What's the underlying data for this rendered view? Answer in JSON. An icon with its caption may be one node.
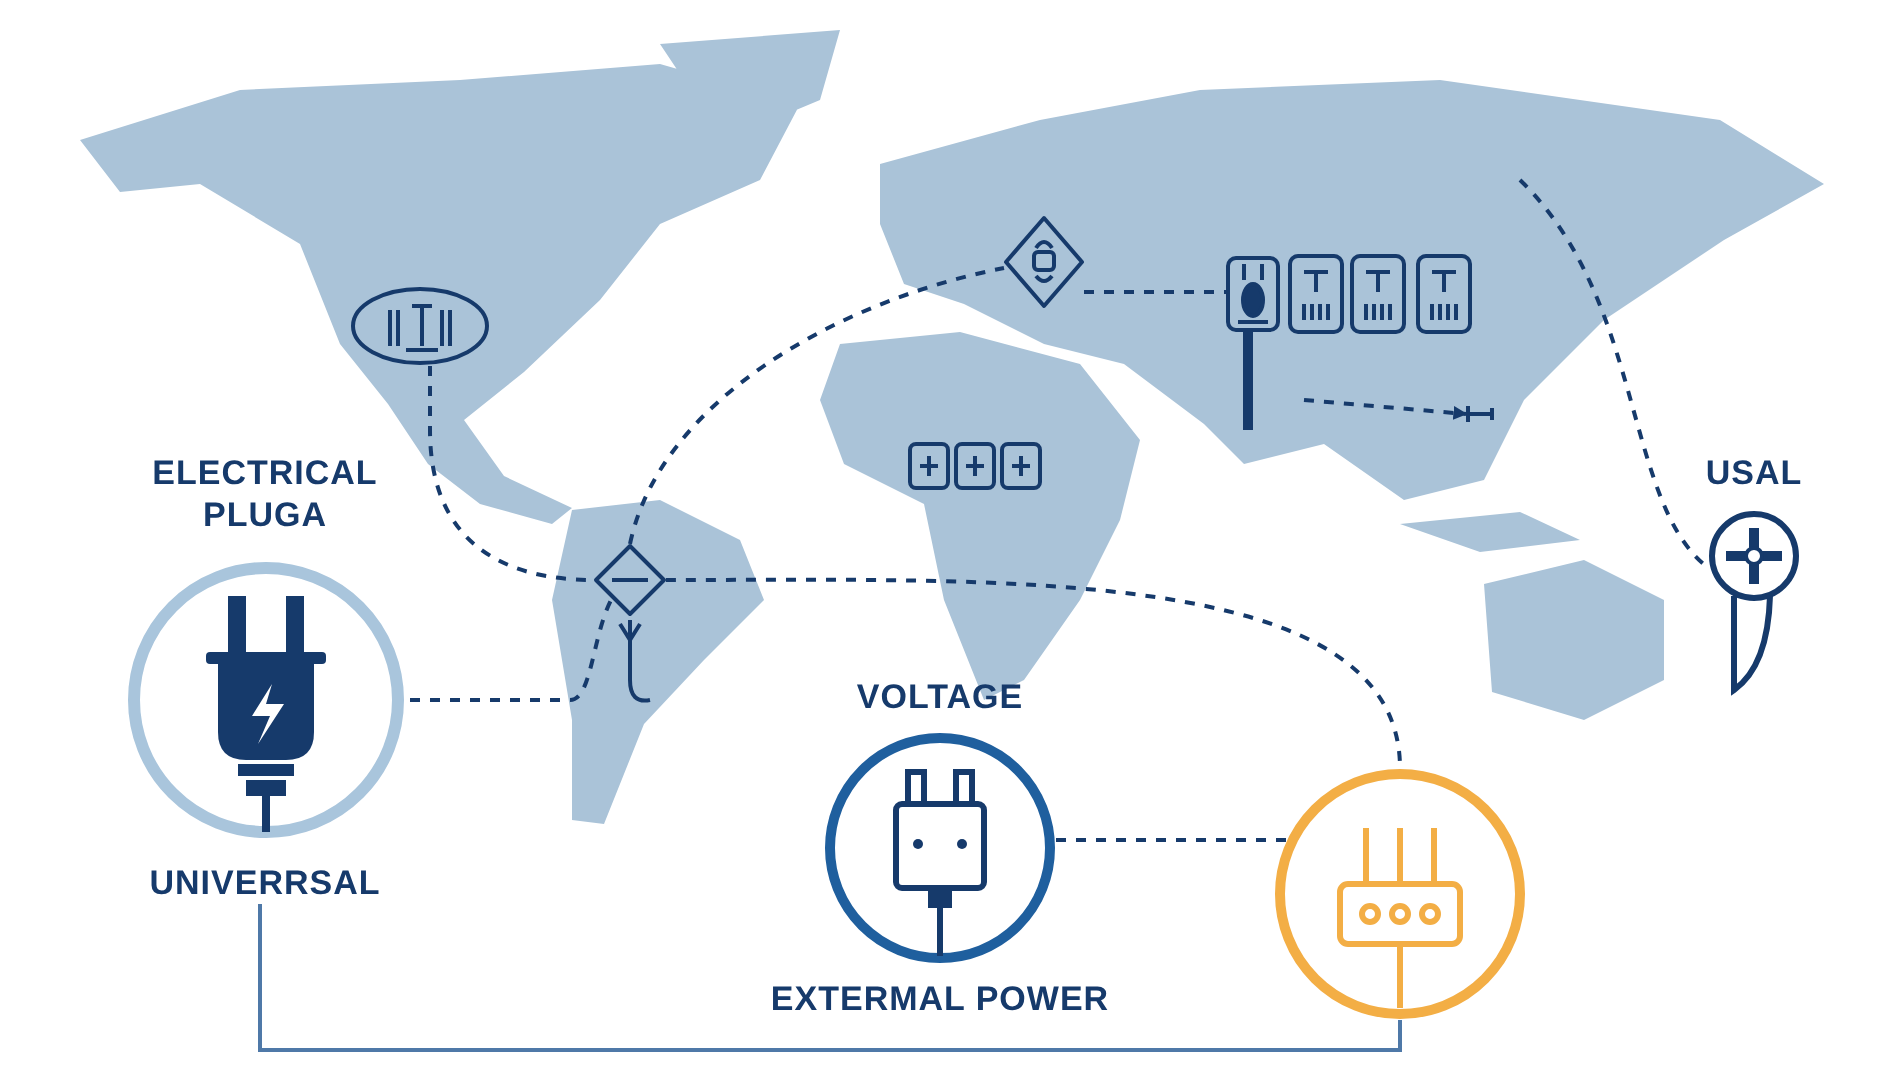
{
  "diagram": {
    "nodes": [
      {
        "text": [],
        "shape": "ellipse"
      },
      {
        "text": [],
        "shape": "diamond"
      },
      {
        "text": [],
        "shape": "box"
      },
      {
        "text": [],
        "shape": "bar"
      },
      {
        "text": [
          "USAL"
        ]
      },
      {
        "text": [
          "ELECTRICAL PLUGA",
          "UNIVERRSAL"
        ]
      },
      {
        "text": [],
        "shape": "diamond"
      },
      {
        "text": [
          "VOLTAGE",
          "EXTERMAL POWER"
        ]
      },
      {
        "text": [],
        "shape": "circle"
      }
    ],
    "edges": [
      {
        "from": 0,
        "to": 6,
        "arrow": "none",
        "style": "dashed"
      },
      {
        "from": 6,
        "to": 1,
        "arrow": "none",
        "style": "dashed"
      },
      {
        "from": 1,
        "to": 2,
        "arrow": "none",
        "style": "dashed"
      },
      {
        "from": null,
        "to": 3,
        "arrow": "to",
        "style": "dashed"
      },
      {
        "from": null,
        "to": 4,
        "arrow": "none",
        "style": "dashed"
      },
      {
        "from": 5,
        "to": 6,
        "arrow": "none",
        "style": "dashed"
      },
      {
        "from": 6,
        "to": 8,
        "arrow": "none",
        "style": "dashed"
      },
      {
        "from": 7,
        "to": 8,
        "arrow": "none",
        "style": "dashed"
      },
      {
        "from": 5,
        "to": 8,
        "arrow": "none",
        "color": "#4f79a8"
      },
      {
        "from": 2,
        "to": null,
        "arrow": "none",
        "style": "thick"
      }
    ]
  }
}
